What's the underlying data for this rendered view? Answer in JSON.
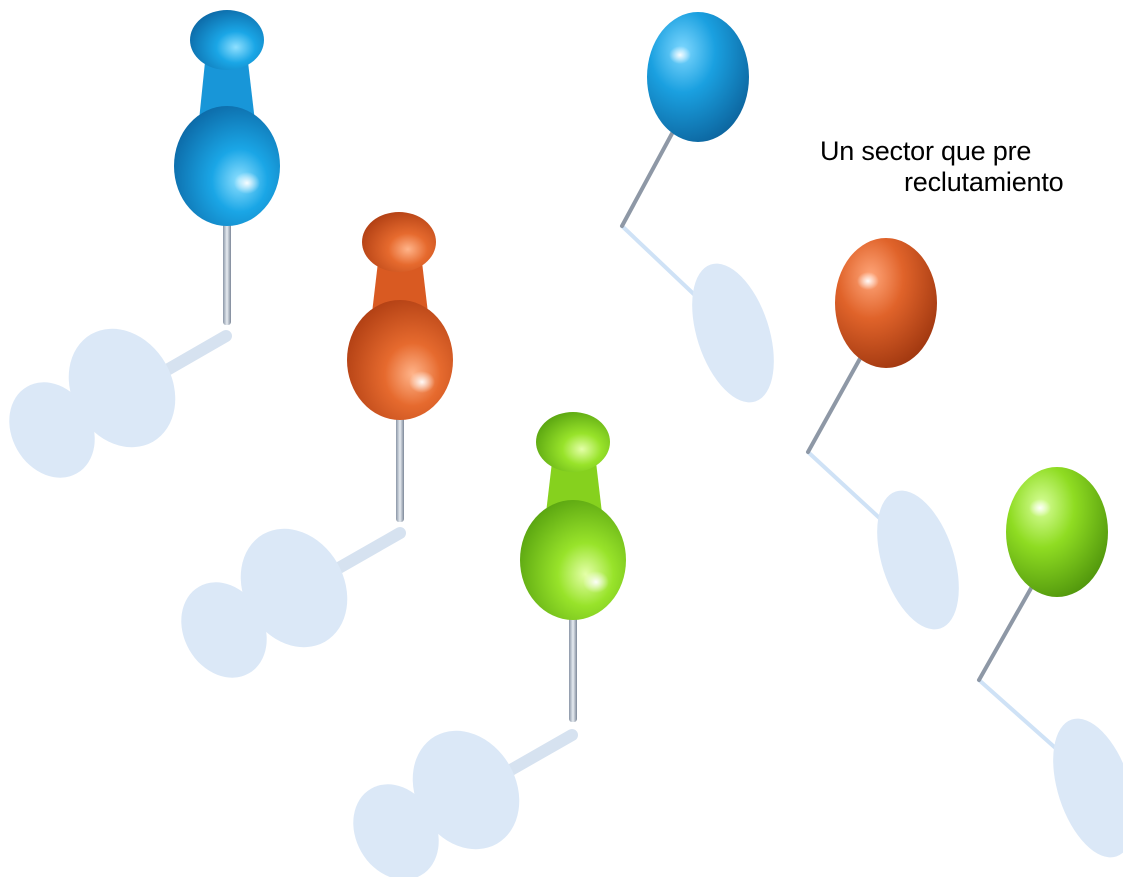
{
  "caption": {
    "line1": "Un sector que pre",
    "line2": "reclutamiento"
  },
  "pins": [
    {
      "style": "push-pin",
      "color": "blue"
    },
    {
      "style": "push-pin",
      "color": "orange"
    },
    {
      "style": "push-pin",
      "color": "green"
    },
    {
      "style": "ball-pin",
      "color": "blue"
    },
    {
      "style": "ball-pin",
      "color": "orange"
    },
    {
      "style": "ball-pin",
      "color": "green"
    }
  ],
  "colors": {
    "blue": "#1aa0e0",
    "orange": "#e0632a",
    "green": "#8fdc22",
    "shadow": "#dbe8f7",
    "text": "#000000"
  }
}
